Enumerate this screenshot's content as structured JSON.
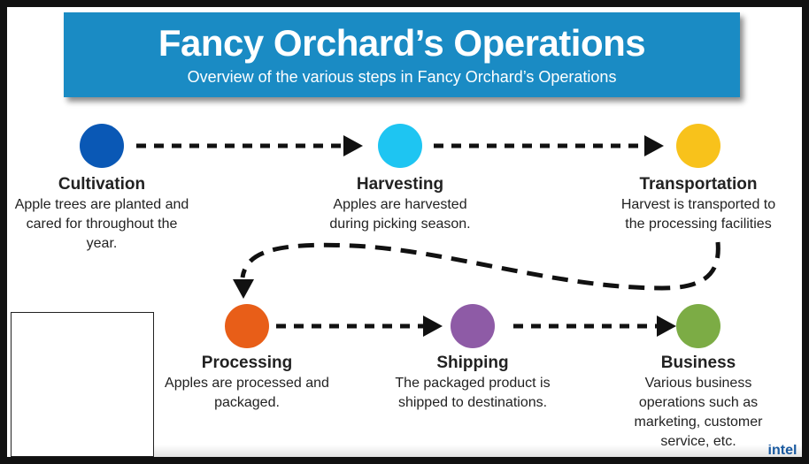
{
  "header": {
    "title": "Fancy Orchard’s Operations",
    "subtitle": "Overview of the various steps in Fancy Orchard’s Operations"
  },
  "steps": [
    {
      "name": "Cultivation",
      "description": "Apple trees are planted and cared for throughout the year.",
      "color": "#0a58b5"
    },
    {
      "name": "Harvesting",
      "description": "Apples are harvested during picking season.",
      "color": "#1ec5f2"
    },
    {
      "name": "Transportation",
      "description": "Harvest is transported to the processing facilities",
      "color": "#f8c21b"
    },
    {
      "name": "Processing",
      "description": "Apples are processed and packaged.",
      "color": "#e85e18"
    },
    {
      "name": "Shipping",
      "description": "The packaged product is shipped to destinations.",
      "color": "#8e5ba6"
    },
    {
      "name": "Business",
      "description": "Various business operations such as marketing, customer service, etc.",
      "color": "#7cac45"
    }
  ],
  "logo": {
    "text": "intel"
  }
}
